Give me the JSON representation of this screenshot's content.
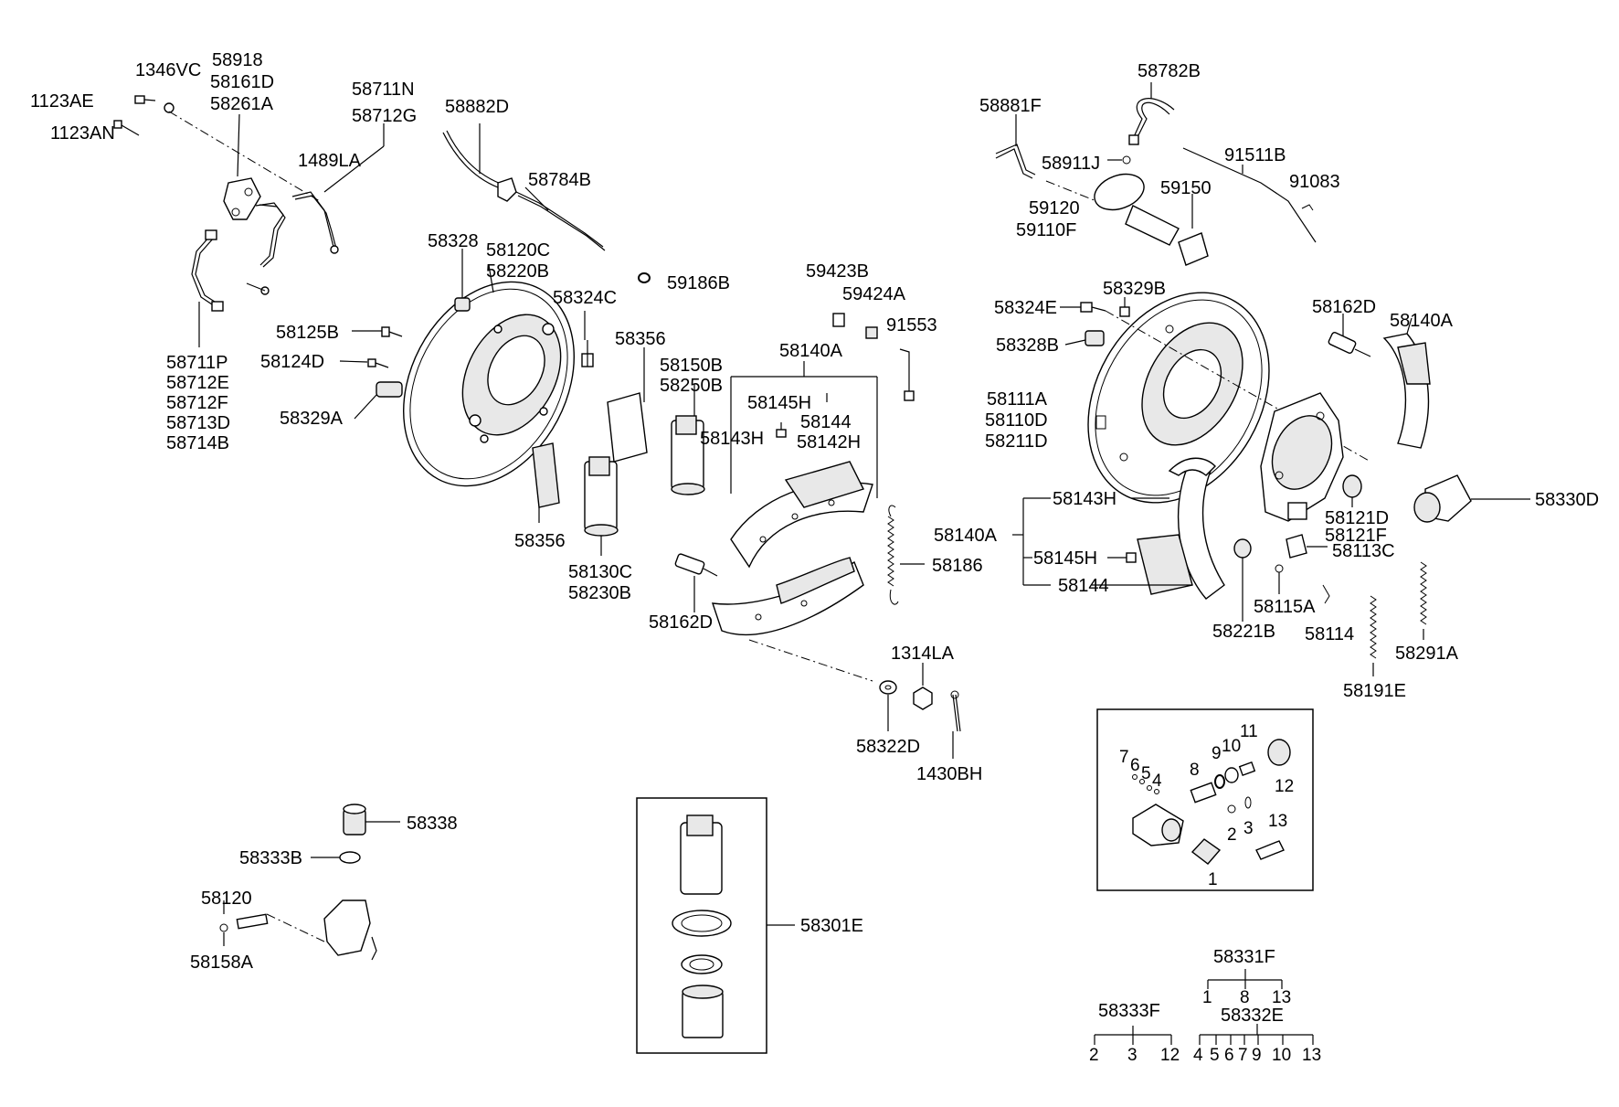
{
  "labels": {
    "l1123AE": "1123AE",
    "l1346VC": "1346VC",
    "l58918": "58918",
    "l58161D": "58161D",
    "l58261A": "58261A",
    "l1123AN": "1123AN",
    "l58711N": "58711N",
    "l58712G": "58712G",
    "l1489LA": "1489LA",
    "l58882D": "58882D",
    "l58784B": "58784B",
    "l58711P": "58711P",
    "l58712E": "58712E",
    "l58712F": "58712F",
    "l58713D": "58713D",
    "l58714B": "58714B",
    "l58328": "58328",
    "l58120C": "58120C",
    "l58220B": "58220B",
    "l59186B": "59186B",
    "l58324C": "58324C",
    "l58125B": "58125B",
    "l58124D": "58124D",
    "l58329A": "58329A",
    "l58356a": "58356",
    "l58356b": "58356",
    "l58150B": "58150B",
    "l58250B": "58250B",
    "l58130C": "58130C",
    "l58230B": "58230B",
    "l59423B": "59423B",
    "l59424A": "59424A",
    "l91553": "91553",
    "l58140Aa": "58140A",
    "l58145Ha": "58145H",
    "l58144a": "58144",
    "l58143Ha": "58143H",
    "l58142H": "58142H",
    "l58186": "58186",
    "l58162Da": "58162D",
    "l1314LA": "1314LA",
    "l58322D": "58322D",
    "l1430BH": "1430BH",
    "l58338": "58338",
    "l58333B": "58333B",
    "l58120": "58120",
    "l58158A": "58158A",
    "l58301E": "58301E",
    "l58782B": "58782B",
    "l58881F": "58881F",
    "l58911J": "58911J",
    "l91511B": "91511B",
    "l91083": "91083",
    "l59120": "59120",
    "l59110F": "59110F",
    "l59150": "59150",
    "l58329B": "58329B",
    "l58324E": "58324E",
    "l58328B": "58328B",
    "l58162Db": "58162D",
    "l58140Ab": "58140A",
    "l58111A": "58111A",
    "l58110D": "58110D",
    "l58211D": "58211D",
    "l58143Hb": "58143H",
    "l58140Ac": "58140A",
    "l58145Hb": "58145H",
    "l58144b": "58144",
    "l58330D": "58330D",
    "l58121D": "58121D",
    "l58121F": "58121F",
    "l58113C": "58113C",
    "l58115A": "58115A",
    "l58114": "58114",
    "l58221B": "58221B",
    "l58191E": "58191E",
    "l58291A": "58291A",
    "k7": "7",
    "k6": "6",
    "k5": "5",
    "k4": "4",
    "k8": "8",
    "k9": "9",
    "k10": "10",
    "k11": "11",
    "k12": "12",
    "k2": "2",
    "k3": "3",
    "k13": "13",
    "k1": "1",
    "l58331F": "58331F",
    "t1a": "1",
    "t8a": "8",
    "t13a": "13",
    "l58332E": "58332E",
    "t4": "4",
    "t5": "5",
    "t6": "6",
    "t7": "7",
    "t9": "9",
    "t10": "10",
    "t13b": "13",
    "l58333F": "58333F",
    "t2": "2",
    "t3": "3",
    "t12": "12"
  }
}
